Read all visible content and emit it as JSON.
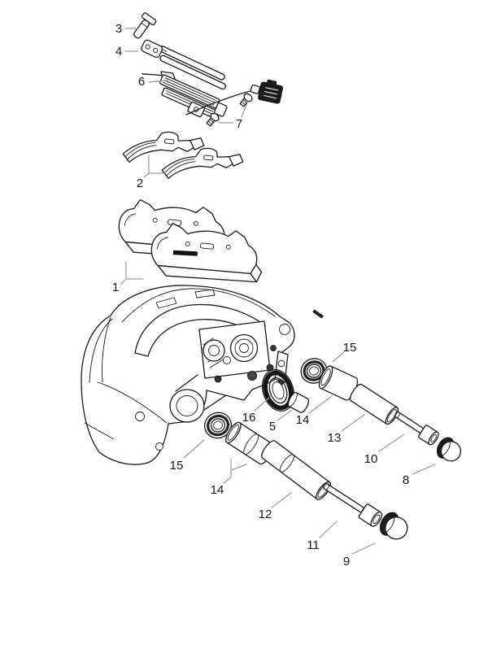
{
  "diagram": {
    "kind": "exploded-parts-line-drawing",
    "background": "#ffffff",
    "line_color": "#1a1a1a",
    "leader_color": "#9a9a9a",
    "rubber_color": "#1c1c1c",
    "callouts": [
      {
        "id": "callout-3",
        "label": "3"
      },
      {
        "id": "callout-4",
        "label": "4"
      },
      {
        "id": "callout-6",
        "label": "6"
      },
      {
        "id": "callout-7",
        "label": "7"
      },
      {
        "id": "callout-2",
        "label": "2"
      },
      {
        "id": "callout-1",
        "label": "1"
      },
      {
        "id": "callout-15-upper",
        "label": "15"
      },
      {
        "id": "callout-16",
        "label": "16"
      },
      {
        "id": "callout-5",
        "label": "5"
      },
      {
        "id": "callout-14-upper",
        "label": "14"
      },
      {
        "id": "callout-13",
        "label": "13"
      },
      {
        "id": "callout-10",
        "label": "10"
      },
      {
        "id": "callout-8",
        "label": "8"
      },
      {
        "id": "callout-15-lower",
        "label": "15"
      },
      {
        "id": "callout-14-lower",
        "label": "14"
      },
      {
        "id": "callout-12",
        "label": "12"
      },
      {
        "id": "callout-11",
        "label": "11"
      },
      {
        "id": "callout-9",
        "label": "9"
      }
    ]
  }
}
